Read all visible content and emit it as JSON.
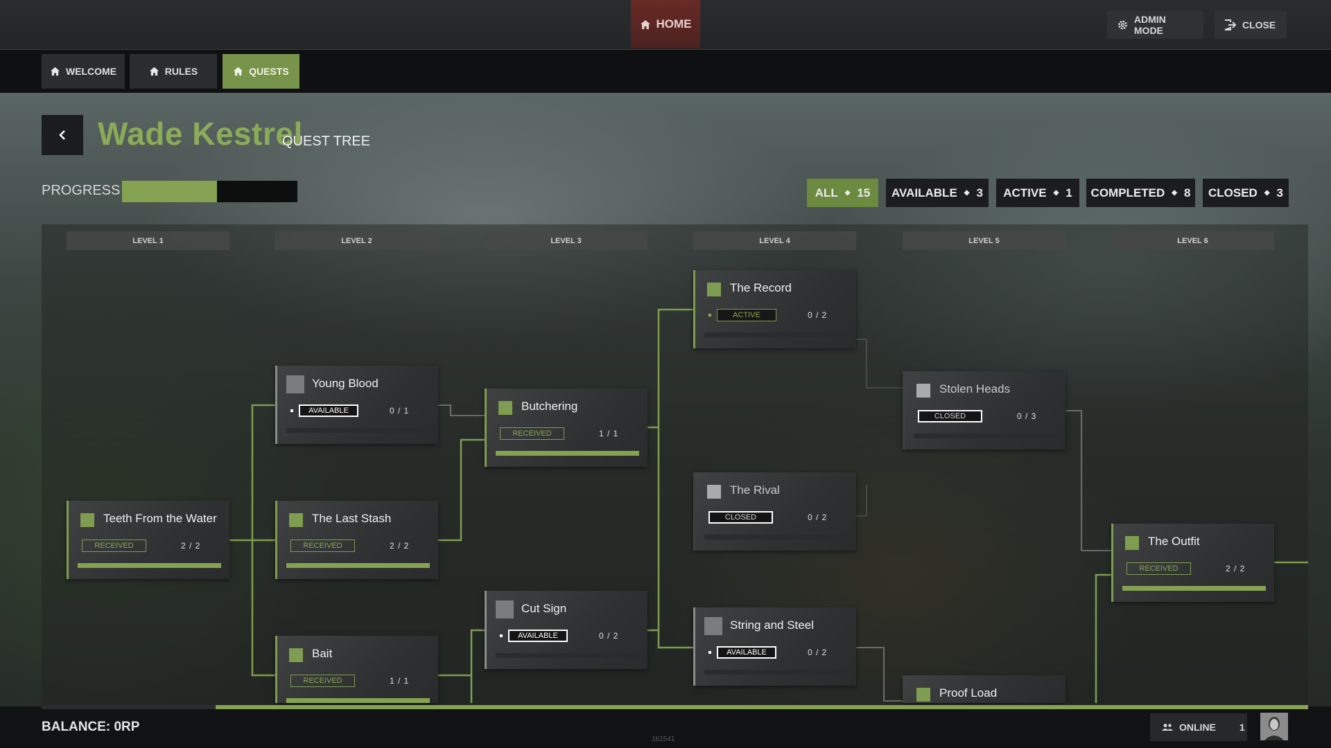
{
  "topbar": {
    "home_label": "HOME",
    "admin_label": "ADMIN MODE",
    "close_label": "CLOSE"
  },
  "tabs": [
    {
      "label": "WELCOME"
    },
    {
      "label": "RULES"
    },
    {
      "label": "QUESTS"
    }
  ],
  "header": {
    "title": "Wade Kestrel",
    "subtitle": "QUEST TREE",
    "progress_label": "PROGRESS",
    "progress_value": 0.54
  },
  "filters": [
    {
      "label": "ALL",
      "count": "15"
    },
    {
      "label": "AVAILABLE",
      "count": "3"
    },
    {
      "label": "ACTIVE",
      "count": "1"
    },
    {
      "label": "COMPLETED",
      "count": "8"
    },
    {
      "label": "CLOSED",
      "count": "3"
    }
  ],
  "levels": [
    "LEVEL 1",
    "LEVEL 2",
    "LEVEL 3",
    "LEVEL 4",
    "LEVEL 5",
    "LEVEL 6"
  ],
  "quests": {
    "teeth": {
      "name": "Teeth From the Water",
      "status": "RECEIVED",
      "count": "2 / 2",
      "progress": 1
    },
    "young_blood": {
      "name": "Young Blood",
      "status": "AVAILABLE",
      "count": "0 / 1",
      "progress": 0
    },
    "last_stash": {
      "name": "The Last Stash",
      "status": "RECEIVED",
      "count": "2 / 2",
      "progress": 1
    },
    "bait": {
      "name": "Bait",
      "status": "RECEIVED",
      "count": "1 / 1",
      "progress": 1
    },
    "butchering": {
      "name": "Butchering",
      "status": "RECEIVED",
      "count": "1 / 1",
      "progress": 1
    },
    "cut_sign": {
      "name": "Cut Sign",
      "status": "AVAILABLE",
      "count": "0 / 2",
      "progress": 0
    },
    "record": {
      "name": "The Record",
      "status": "ACTIVE",
      "count": "0 / 2",
      "progress": 0
    },
    "rival": {
      "name": "The Rival",
      "status": "CLOSED",
      "count": "0 / 2",
      "progress": 0
    },
    "string_steel": {
      "name": "String and Steel",
      "status": "AVAILABLE",
      "count": "0 / 2",
      "progress": 0
    },
    "stolen_heads": {
      "name": "Stolen Heads",
      "status": "CLOSED",
      "count": "0 / 3",
      "progress": 0
    },
    "proof_load": {
      "name": "Proof Load"
    },
    "outfit": {
      "name": "The Outfit",
      "status": "RECEIVED",
      "count": "2 / 2",
      "progress": 1
    }
  },
  "footer": {
    "balance": "BALANCE: 0RP",
    "build": "161541",
    "online_label": "ONLINE",
    "online_count": "1"
  },
  "colors": {
    "accent": "#84a251",
    "title_green": "#8bab58",
    "home_red": "#5a2522"
  },
  "icons": {
    "home": "house-icon",
    "admin": "gear-icon",
    "close": "exit-icon",
    "back": "chevron-left-icon",
    "online": "users-icon"
  }
}
